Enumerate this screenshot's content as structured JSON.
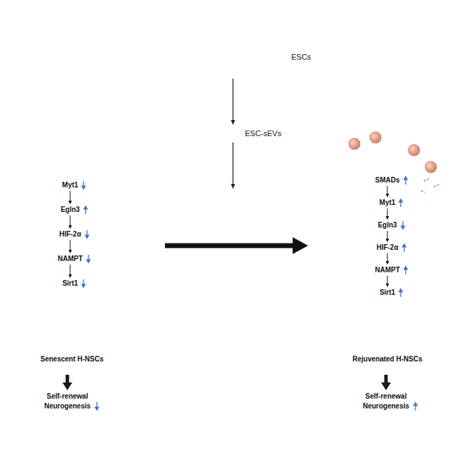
{
  "diagram": {
    "nodes": [
      {
        "text": [
          "ESCs"
        ]
      },
      {
        "text": [
          "ESC-sEVs"
        ]
      },
      {
        "text": [
          "Senescent H-NSCs"
        ]
      },
      {
        "text": [
          "Myt1"
        ],
        "in": 2
      },
      {
        "text": [
          "Egln3"
        ],
        "in": 2
      },
      {
        "text": [
          "HIF-2α"
        ],
        "in": 2
      },
      {
        "text": [
          "NAMPT"
        ],
        "in": 2
      },
      {
        "text": [
          "Sirt1"
        ],
        "in": 2
      },
      {
        "text": [
          "Self-renewal Neurogenesis"
        ]
      },
      {
        "text": [
          "Rejuvenated H-NSCs"
        ]
      },
      {
        "text": [
          "SMADs"
        ],
        "in": 9
      },
      {
        "text": [
          "Myt1"
        ],
        "in": 9
      },
      {
        "text": [
          "Egln3"
        ],
        "in": 9
      },
      {
        "text": [
          "HIF-2α"
        ],
        "in": 9
      },
      {
        "text": [
          "NAMPT"
        ],
        "in": 9
      },
      {
        "text": [
          "Sirt1"
        ],
        "in": 9
      },
      {
        "text": [
          "Self-renewal Neurogenesis"
        ]
      }
    ],
    "edges": [
      {
        "from": 0,
        "to": 1,
        "arrow": "to"
      },
      {
        "from": 2,
        "to": 9,
        "arrow": "to"
      },
      {
        "from": 2,
        "to": 8,
        "arrow": "to"
      },
      {
        "from": 9,
        "to": 16,
        "arrow": "to"
      },
      {
        "from": 3,
        "to": 4,
        "arrow": "to"
      },
      {
        "from": 4,
        "to": 5,
        "arrow": "to"
      },
      {
        "from": 5,
        "to": 6,
        "arrow": "to"
      },
      {
        "from": 6,
        "to": 7,
        "arrow": "to"
      },
      {
        "from": 10,
        "to": 11,
        "arrow": "to"
      },
      {
        "from": 11,
        "to": 12,
        "arrow": "to"
      },
      {
        "from": 12,
        "to": 13,
        "arrow": "to"
      },
      {
        "from": 13,
        "to": 14,
        "arrow": "to"
      },
      {
        "from": 14,
        "to": 15,
        "arrow": "to"
      }
    ]
  }
}
